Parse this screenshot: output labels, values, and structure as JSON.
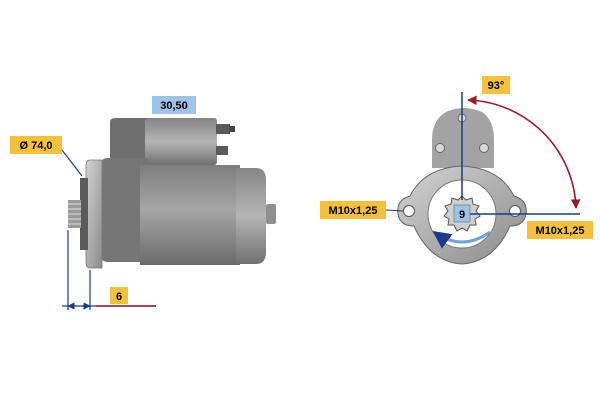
{
  "labels": {
    "solenoid_terminal": "30,50",
    "flange_diameter": "Ø 74,0",
    "pinion_offset": "6",
    "angle": "93°",
    "bolt_left": "M10x1,25",
    "bolt_right": "M10x1,25",
    "teeth_count": "9"
  },
  "colors": {
    "label_badge_blue": "#9dc3e6",
    "label_badge_yellow": "#f5c03a",
    "dimension_line": "#1a3b8c",
    "angle_arc": "#9b1b2a",
    "body_gray": "#8c8c8c",
    "body_dark": "#6f6f6f"
  }
}
